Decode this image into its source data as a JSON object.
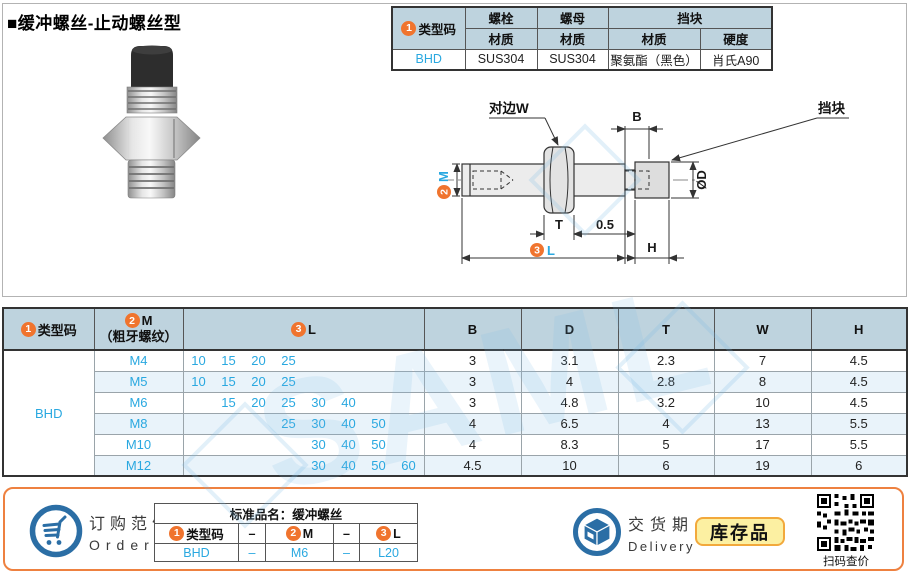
{
  "title": "■缓冲螺丝-止动螺丝型",
  "watermark_text": "SAML",
  "spec_table": {
    "code_header_num": "1",
    "code_header": "类型码",
    "group_bolt": "螺栓",
    "group_nut": "螺母",
    "group_block": "挡块",
    "sub_material1": "材质",
    "sub_material2": "材质",
    "sub_material3": "材质",
    "sub_hardness": "硬度",
    "code": "BHD",
    "bolt_material": "SUS304",
    "nut_material": "SUS304",
    "block_material": "聚氨酯（黑色）",
    "block_hardness": "肖氏A90"
  },
  "drawing": {
    "across_flats_label": "对边W",
    "b_label": "B",
    "block_label": "挡块",
    "m_num": "2",
    "m_label": "M",
    "d_label": "ØD",
    "t_label": "T",
    "gap_label": "0.5",
    "l_num": "3",
    "l_label": "L",
    "h_label": "H"
  },
  "main_table": {
    "code_num": "1",
    "code_label": "类型码",
    "m_num": "2",
    "m_label": "M",
    "m_sub": "（粗牙螺纹）",
    "l_num": "3",
    "l_label": "L",
    "b_label": "B",
    "d_label": "D",
    "t_label": "T",
    "w_label": "W",
    "h_label": "H",
    "code": "BHD",
    "rows": [
      {
        "m": "M4",
        "l": [
          "10",
          "15",
          "20",
          "25",
          "",
          "",
          "",
          ""
        ],
        "b": "3",
        "d": "3.1",
        "t": "2.3",
        "w": "7",
        "h": "4.5"
      },
      {
        "m": "M5",
        "l": [
          "10",
          "15",
          "20",
          "25",
          "",
          "",
          "",
          ""
        ],
        "b": "3",
        "d": "4",
        "t": "2.8",
        "w": "8",
        "h": "4.5"
      },
      {
        "m": "M6",
        "l": [
          "",
          "15",
          "20",
          "25",
          "30",
          "40",
          "",
          ""
        ],
        "b": "3",
        "d": "4.8",
        "t": "3.2",
        "w": "10",
        "h": "4.5"
      },
      {
        "m": "M8",
        "l": [
          "",
          "",
          "",
          "25",
          "30",
          "40",
          "50",
          ""
        ],
        "b": "4",
        "d": "6.5",
        "t": "4",
        "w": "13",
        "h": "5.5"
      },
      {
        "m": "M10",
        "l": [
          "",
          "",
          "",
          "",
          "30",
          "40",
          "50",
          ""
        ],
        "b": "4",
        "d": "8.3",
        "t": "5",
        "w": "17",
        "h": "5.5"
      },
      {
        "m": "M12",
        "l": [
          "",
          "",
          "",
          "",
          "30",
          "40",
          "50",
          "60"
        ],
        "b": "4.5",
        "d": "10",
        "t": "6",
        "w": "19",
        "h": "6"
      }
    ]
  },
  "order": {
    "label_cn": "订购范例",
    "label_en": "Order",
    "product_name": "标准品名：缓冲螺丝",
    "h_code_num": "1",
    "h_code": "类型码",
    "h_dash1": "–",
    "h_m_num": "2",
    "h_m": "M",
    "h_dash2": "–",
    "h_l_num": "3",
    "h_l": "L",
    "v_code": "BHD",
    "v_dash1": "–",
    "v_m": "M6",
    "v_dash2": "–",
    "v_l": "L20"
  },
  "delivery": {
    "label_cn": "交货期",
    "label_en": "Delivery",
    "stock_badge": "库存品",
    "qr_label": "扫码查价"
  },
  "colors": {
    "accent_blue": "#29a8e0",
    "orange_badge": "#f0742e",
    "table_header_bg": "#bed3de",
    "row_alt_bg": "#e9f3fa",
    "panel_border_orange": "#ee8140",
    "icon_blue": "#2b6ea5",
    "stock_badge_bg": "#fcf0a2",
    "stock_badge_border": "#f2a93c"
  }
}
